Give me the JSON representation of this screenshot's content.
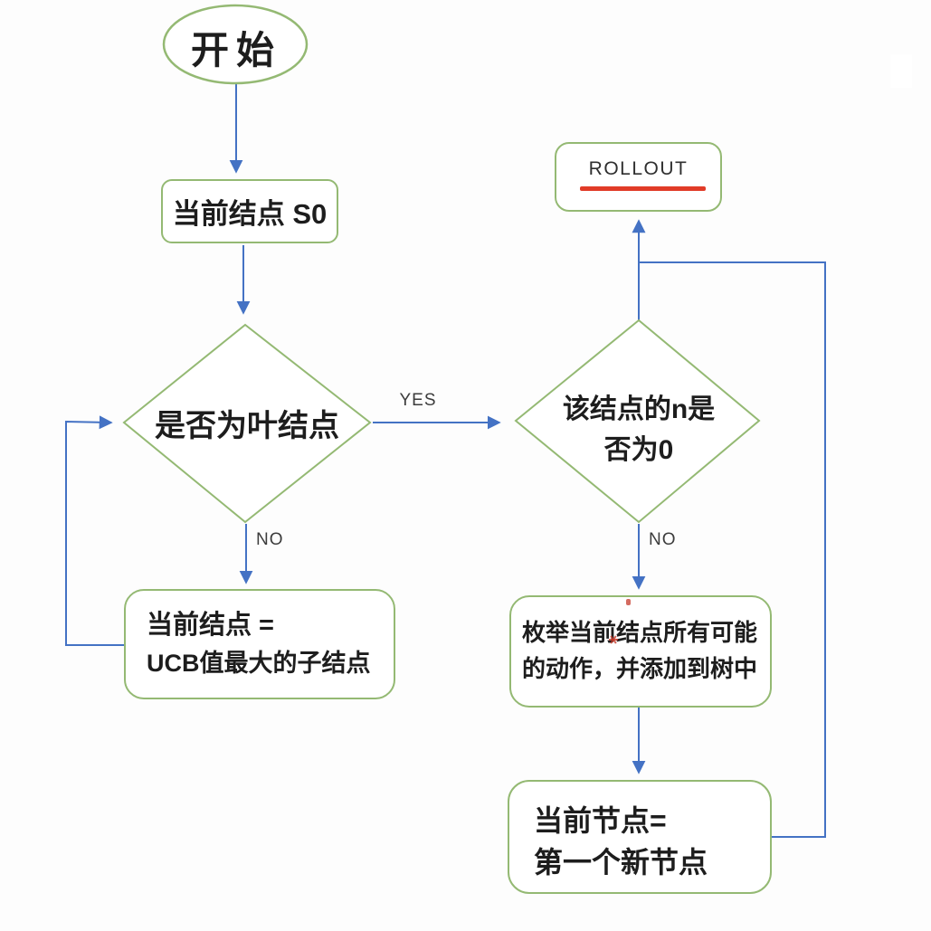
{
  "palette": {
    "shape_border_green": "#94b973",
    "arrow_blue": "#4472c4",
    "text_dark": "#1d1d1d",
    "edge_label_gray": "#3c3c3c",
    "underline_red": "#e13b27"
  },
  "nodes": {
    "start": {
      "label": "开始"
    },
    "current_node_s0": {
      "label": "当前结点 S0"
    },
    "is_leaf_node": {
      "label": "是否为叶结点"
    },
    "n_is_zero": {
      "line1": "该结点的n是",
      "line2": "否为0"
    },
    "rollout": {
      "label": "ROLLOUT"
    },
    "ucb_child": {
      "line1": "当前结点 =",
      "line2": "UCB值最大的子结点"
    },
    "expand_actions": {
      "line1": "枚举当前结点所有可能",
      "line2": "的动作，并添加到树中"
    },
    "first_new_node": {
      "line1": "当前节点=",
      "line2": "第一个新节点"
    }
  },
  "edge_labels": {
    "yes": "YES",
    "no_left": "NO",
    "no_right": "NO"
  }
}
